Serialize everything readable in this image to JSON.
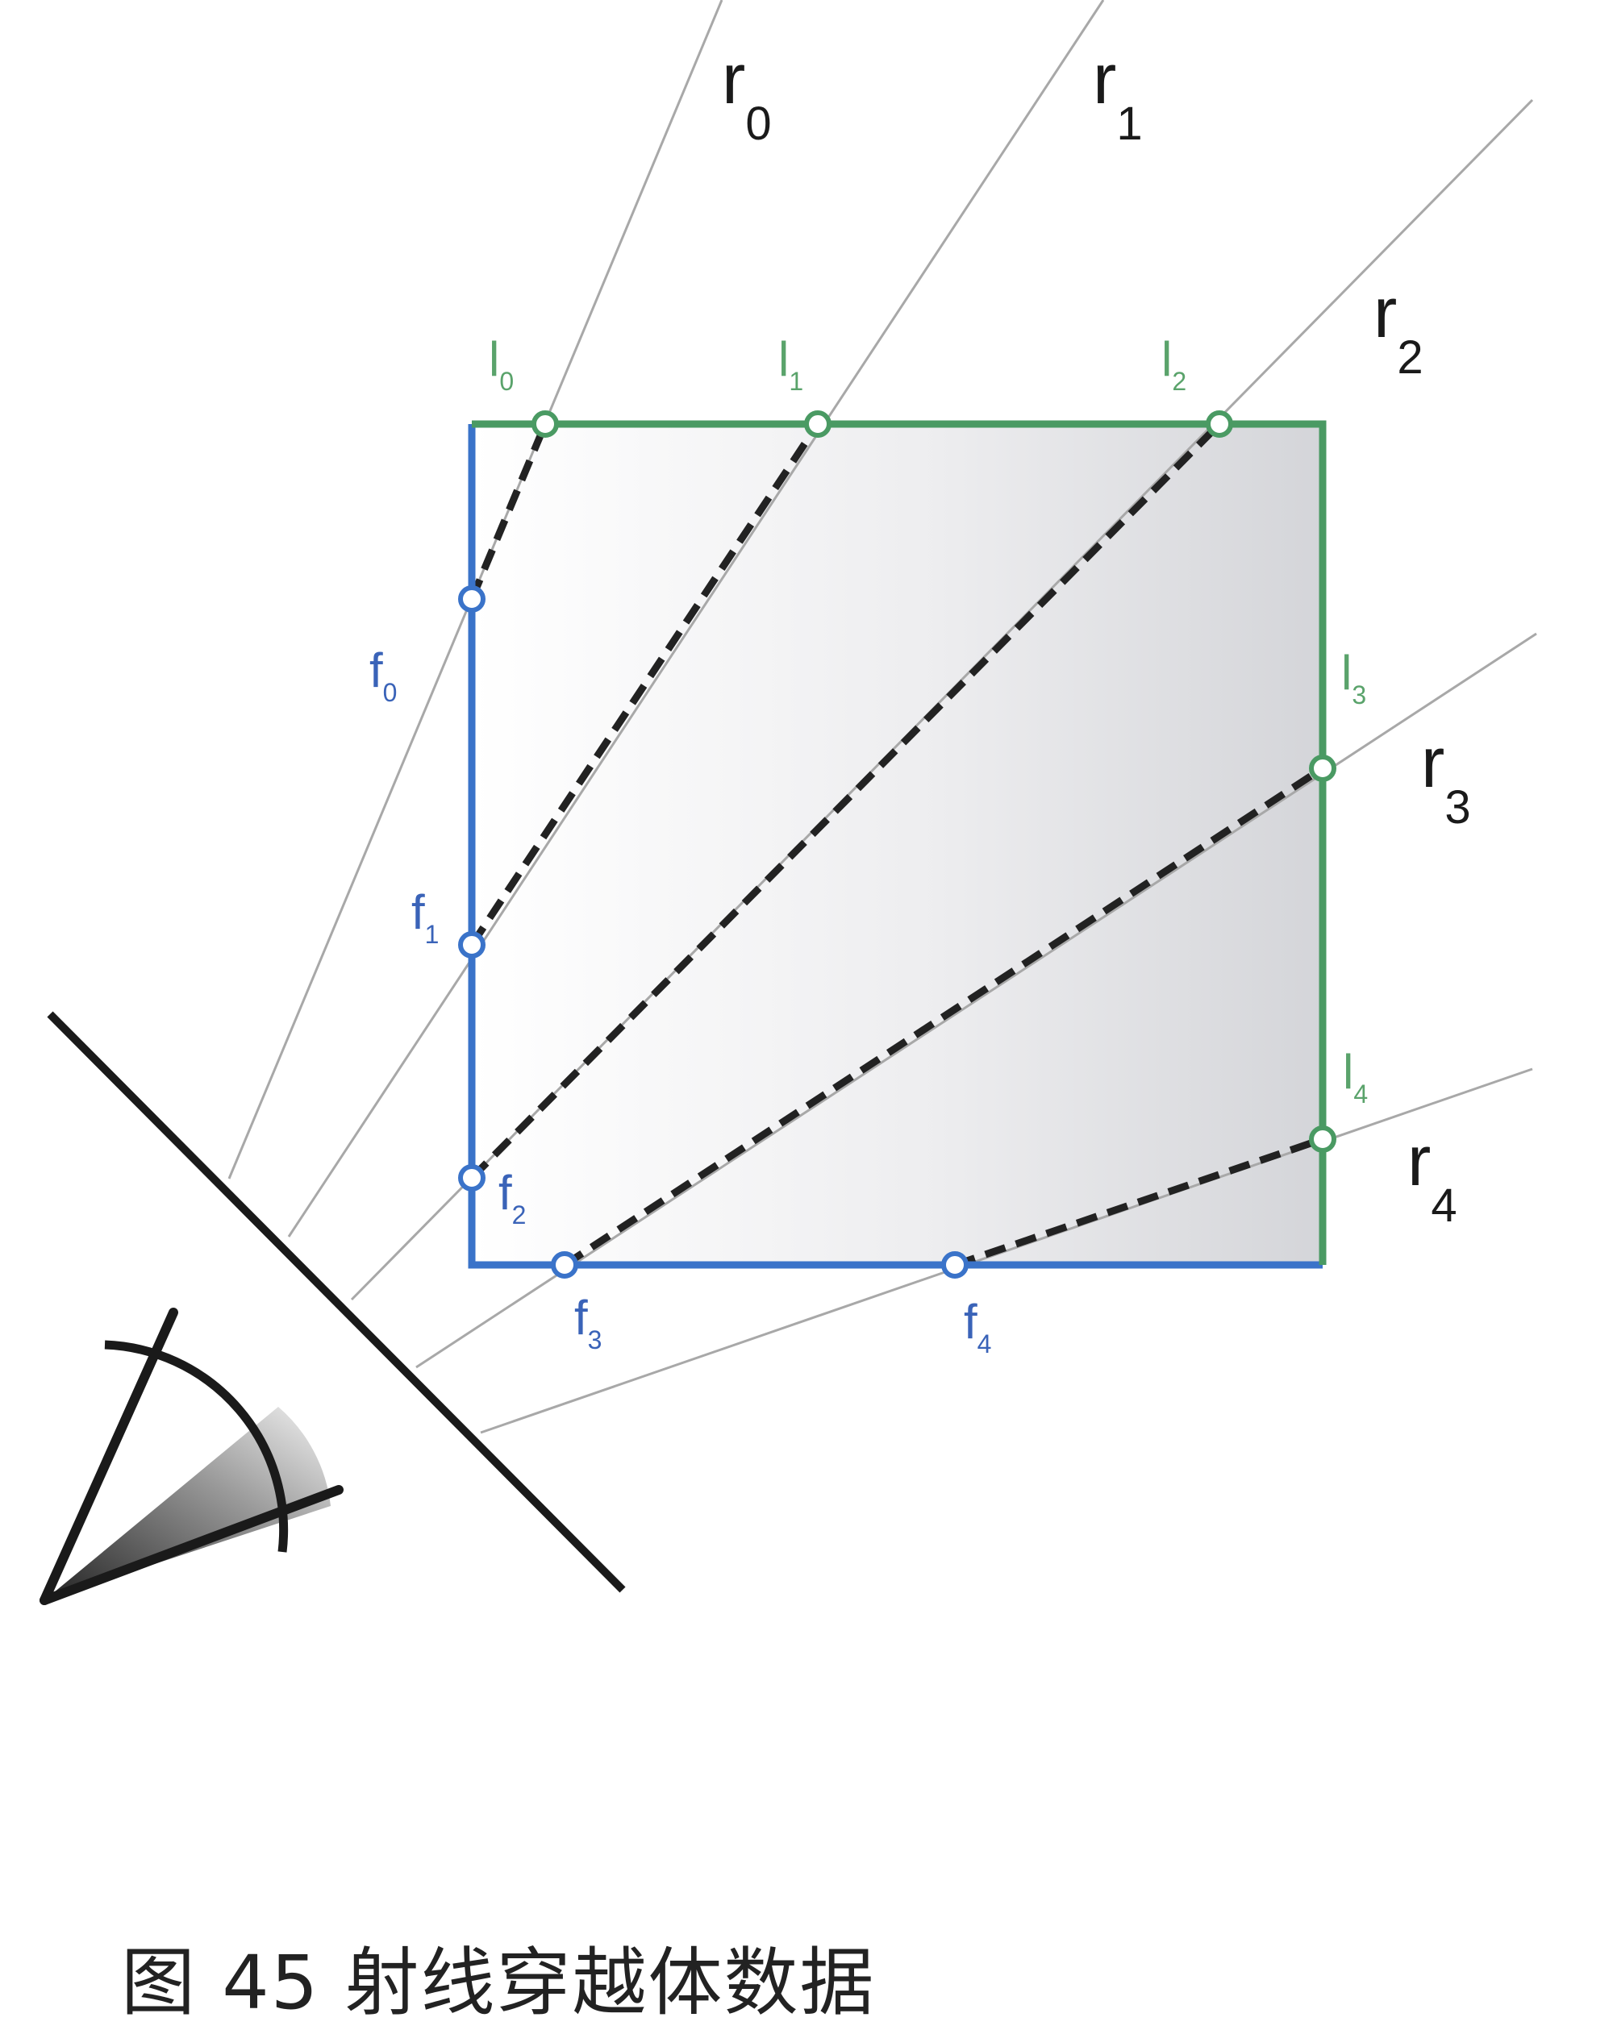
{
  "caption": "图 45 射线穿越体数据",
  "colors": {
    "front_faces": "#3a73c9",
    "back_faces": "#4a9a63",
    "rays": "#a8a8a8",
    "ray_segments_inside": "#222222",
    "eye": "#1a1a1a",
    "image_plane": "#1a1a1a"
  },
  "rays": [
    {
      "base": "r",
      "sub": "0"
    },
    {
      "base": "r",
      "sub": "1"
    },
    {
      "base": "r",
      "sub": "2"
    },
    {
      "base": "r",
      "sub": "3"
    },
    {
      "base": "r",
      "sub": "4"
    }
  ],
  "exit_points": [
    {
      "base": "l",
      "sub": "0"
    },
    {
      "base": "l",
      "sub": "1"
    },
    {
      "base": "l",
      "sub": "2"
    },
    {
      "base": "l",
      "sub": "3"
    },
    {
      "base": "l",
      "sub": "4"
    }
  ],
  "entry_points": [
    {
      "base": "f",
      "sub": "0"
    },
    {
      "base": "f",
      "sub": "1"
    },
    {
      "base": "f",
      "sub": "2"
    },
    {
      "base": "f",
      "sub": "3"
    },
    {
      "base": "f",
      "sub": "4"
    }
  ]
}
